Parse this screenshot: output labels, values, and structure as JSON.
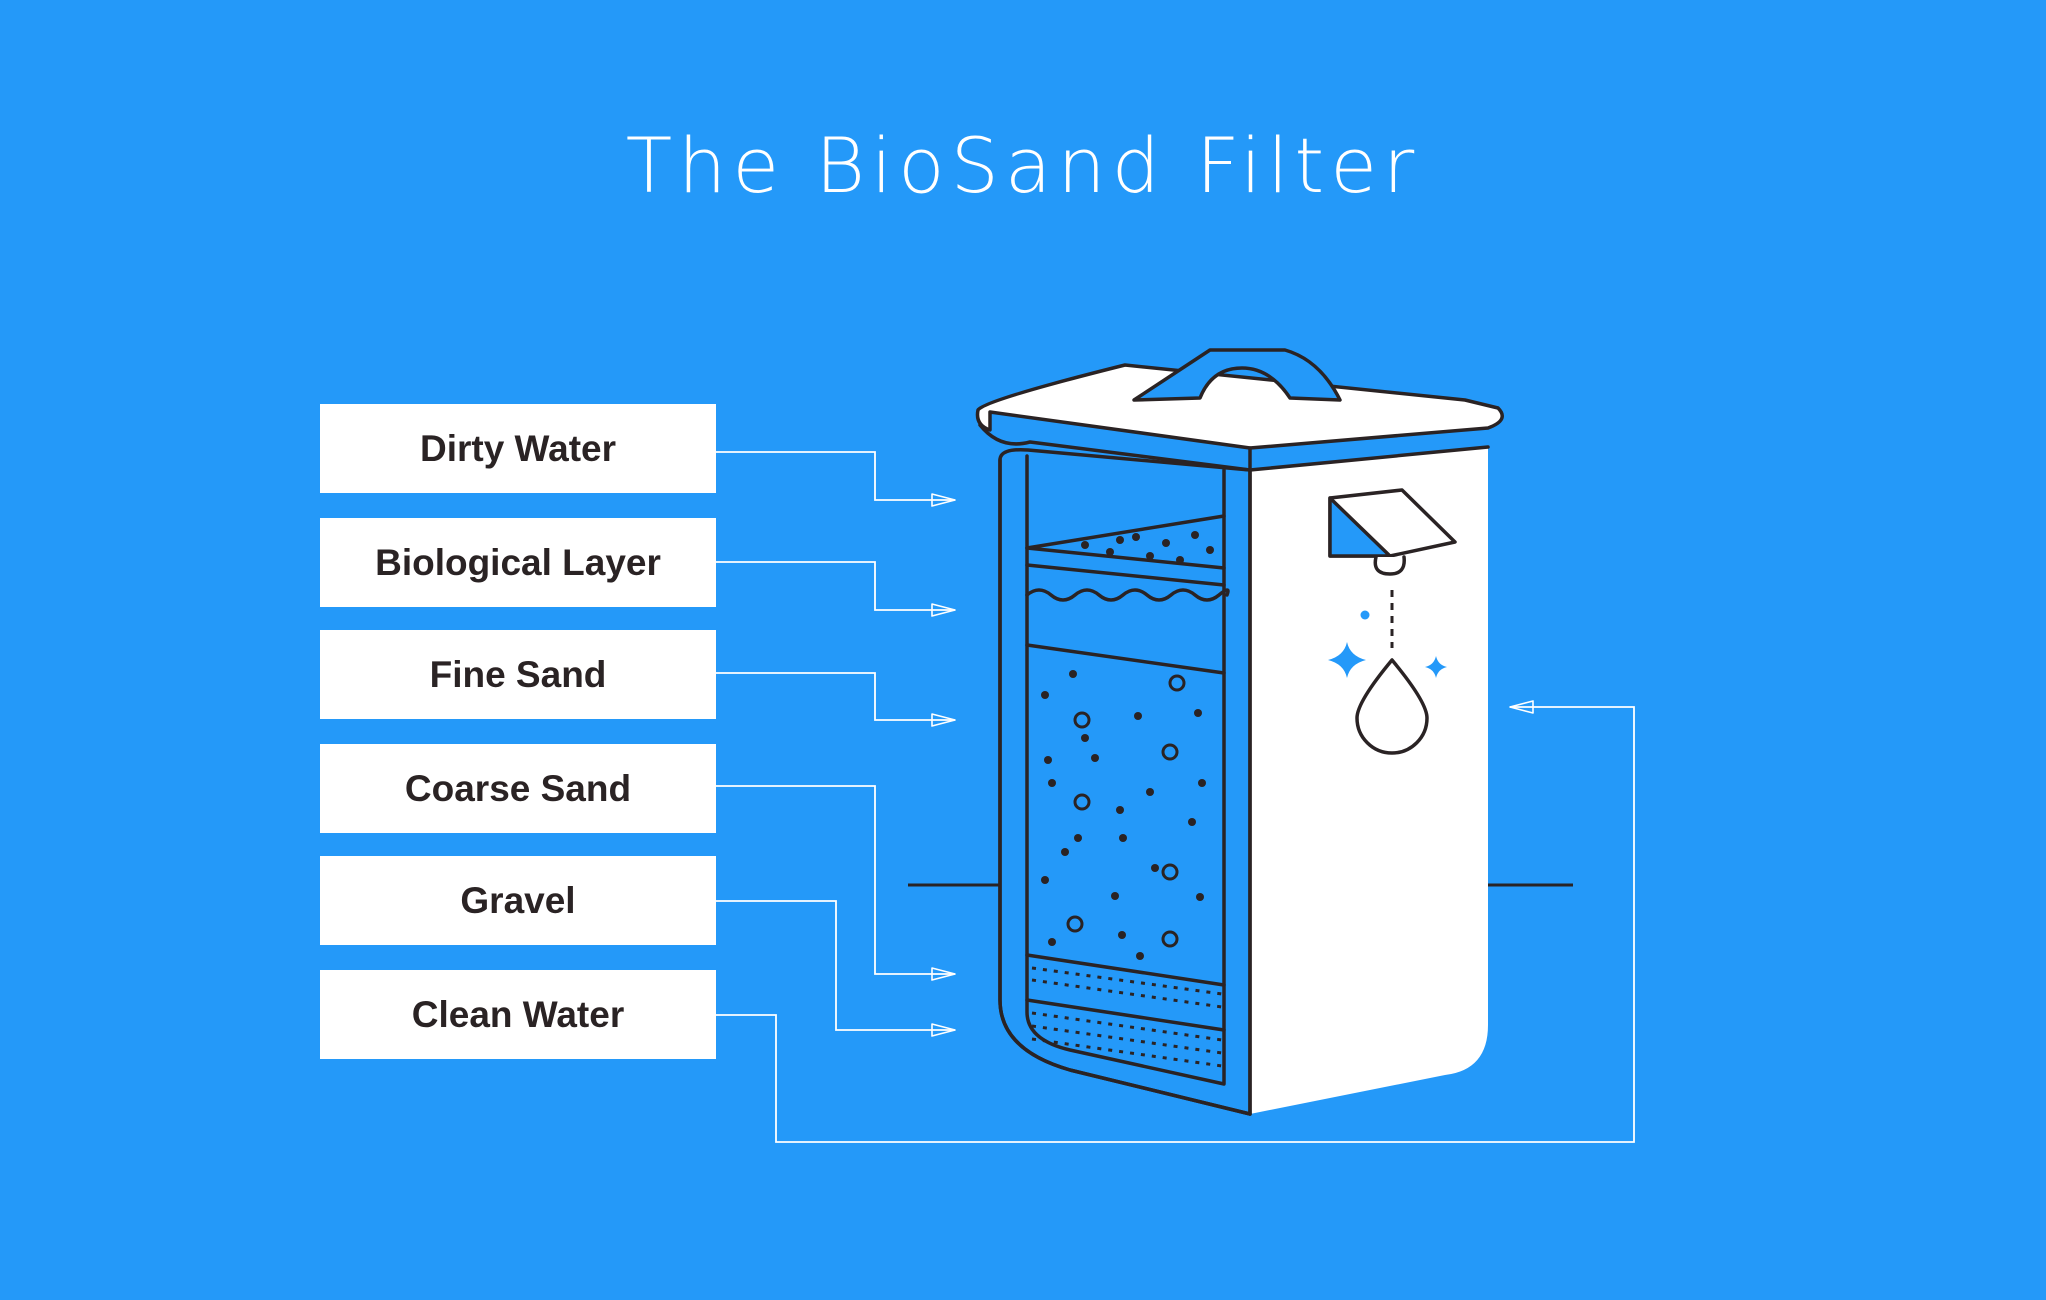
{
  "title": "The BioSand Filter",
  "labels": [
    "Dirty Water",
    "Biological Layer",
    "Fine Sand",
    "Coarse Sand",
    "Gravel",
    "Clean Water"
  ],
  "colors": {
    "background": "#2499f9",
    "label_box": "#ffffff",
    "label_text": "#2a2324",
    "outline": "#2a2324",
    "accent": "#2499f9"
  }
}
